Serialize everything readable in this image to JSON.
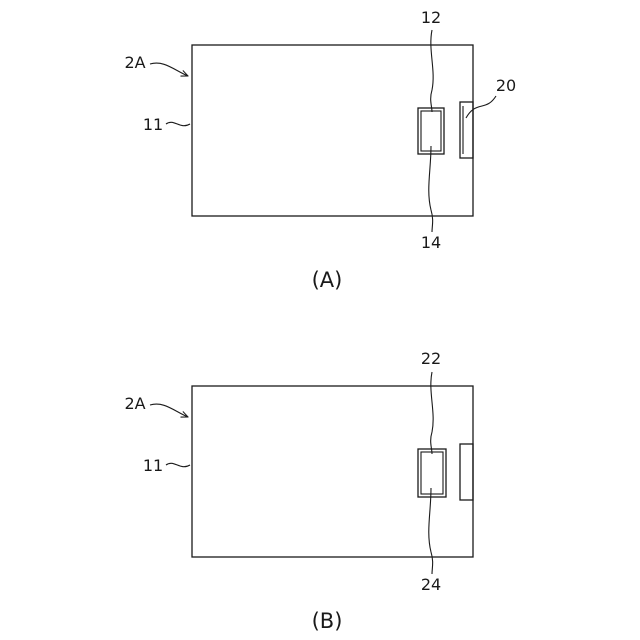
{
  "figure_a": {
    "caption": "(A)",
    "label_2a": "2A",
    "label_11": "11",
    "label_12": "12",
    "label_14": "14",
    "label_20": "20"
  },
  "figure_b": {
    "caption": "(B)",
    "label_2a": "2A",
    "label_11": "11",
    "label_22": "22",
    "label_24": "24"
  }
}
